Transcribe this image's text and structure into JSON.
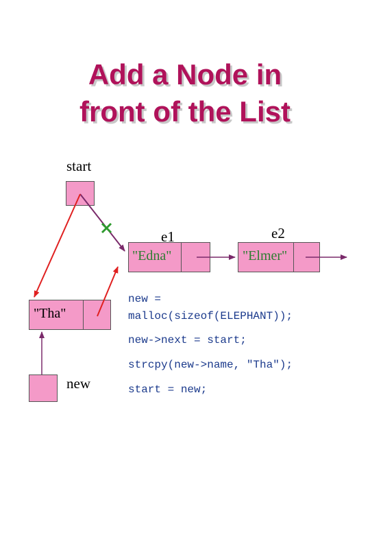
{
  "title": {
    "line1": "Add a Node in",
    "line2": "front of the List"
  },
  "labels": {
    "start": "start",
    "new": "new",
    "e1": "e1",
    "e2": "e2"
  },
  "nodes": {
    "e1": {
      "name": "\"Edna\""
    },
    "e2": {
      "name": "\"Elmer\""
    },
    "tha": {
      "name": "\"Tha\""
    }
  },
  "code": {
    "line1": "new =",
    "line2": "malloc(sizeof(ELEPHANT));",
    "line3": "new->next = start;",
    "line4": "strcpy(new->name, \"Tha\");",
    "line5": "start = new;"
  },
  "colors": {
    "title": "#b0125a",
    "node_fill": "#f49ac8",
    "green_text": "#2e7d32",
    "code_text": "#1b3a8c",
    "pointer": "#7a2a6a",
    "new_pointer": "#e02020",
    "removed": "#2e9a2e"
  }
}
